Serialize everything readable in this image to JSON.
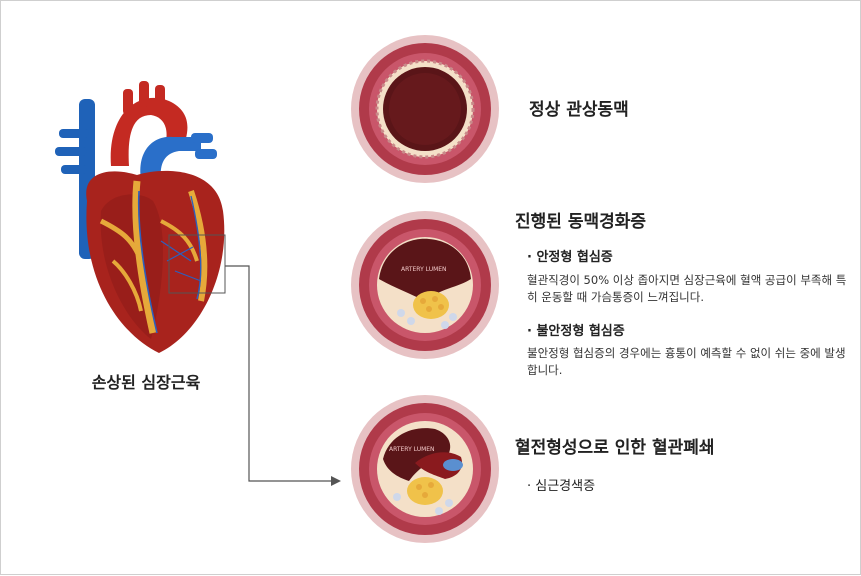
{
  "heart": {
    "caption": "손상된 심장근육",
    "colors": {
      "muscle": "#b5281f",
      "vein": "#1f62b8",
      "fat": "#e6a93a"
    }
  },
  "artery_panels": [
    {
      "title": "정상 관상동맥",
      "lumen_label": ""
    },
    {
      "title": "진행된 동맥경화증",
      "lumen_label": "ARTERY LUMEN",
      "items": [
        {
          "bullet": "· 안정형 협심증",
          "description": "혈관직경이 50% 이상 좁아지면 심장근육에 혈액 공급이 부족해 특히 운동할 때 가슴통증이 느껴집니다."
        },
        {
          "bullet": "· 불안정형 협심증",
          "description": "불안정형 협심증의 경우에는 흉통이 예측할 수 없이 쉬는 중에 발생합니다."
        }
      ]
    },
    {
      "title": "혈전형성으로 인한 혈관폐쇄",
      "lumen_label": "ARTERY LUMEN",
      "items": [
        {
          "bullet": "· 심근경색증"
        }
      ]
    }
  ],
  "colors": {
    "arrow": "#555555",
    "artery_wall": "#b03a4a",
    "outer_ring": "#e7c2c4"
  }
}
